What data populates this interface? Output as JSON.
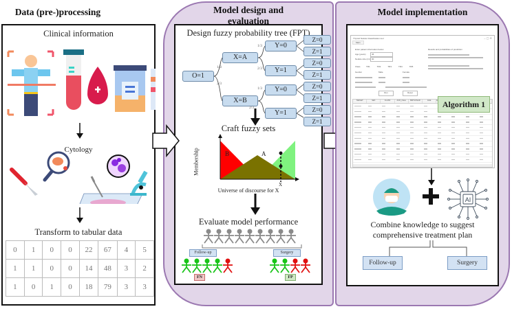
{
  "sections": {
    "preprocessing": {
      "title": "Data (pre-)processing",
      "clinical_label": "Clinical information",
      "cytology_label": "Cytology",
      "transform_label": "Transform to tabular data",
      "table": [
        [
          "0",
          "1",
          "0",
          "0",
          "22",
          "67",
          "4",
          "5"
        ],
        [
          "1",
          "1",
          "0",
          "0",
          "14",
          "48",
          "3",
          "2"
        ],
        [
          "1",
          "0",
          "1",
          "0",
          "18",
          "79",
          "3",
          "3"
        ]
      ],
      "icons": [
        "body-scan-icon",
        "test-tube-icon",
        "blood-drop-icon",
        "specimen-cup-icon",
        "test-strip-icon",
        "scalpel-icon",
        "magnifier-cell-icon",
        "syringe-slide-icon",
        "stained-cells-icon",
        "microscope-icon"
      ]
    },
    "design": {
      "title_line1": "Model design and",
      "title_line2": "evaluation",
      "fpt_label": "Design fuzzy probability tree (FPT)",
      "tree": {
        "root": "O=1",
        "x_nodes": [
          "X=A",
          "X=B"
        ],
        "y_nodes": [
          "Y=0",
          "Y=1",
          "Y=0",
          "Y=1"
        ],
        "z_nodes": [
          "Z=0",
          "Z=1",
          "Z=0",
          "Z=1",
          "Z=0",
          "Z=1",
          "Z=0",
          "Z=1"
        ],
        "edge_labels": {
          "o_xa": "1/3",
          "o_xb": "2/3",
          "xa_y0": "1/3",
          "xa_y1": "2/3",
          "xb_y0": "1/3",
          "xb_y1": "2/3"
        }
      },
      "fuzzy_label": "Craft fuzzy sets",
      "fuzzy_chart": {
        "ylabel": "Membership",
        "xlabel": "X",
        "caption": "Universe of discourse for X",
        "set_b": "B",
        "set_a": "A",
        "colors": {
          "b": "#ff0000",
          "a": "#7ff27f",
          "overlap": "#7a7200"
        }
      },
      "eval_label": "Evaluate model performance",
      "followup_label": "Follow-up",
      "surgery_label": "Surgery",
      "fn_label": "FN",
      "fp_label": "FP",
      "followup_people": [
        "green",
        "green",
        "green",
        "green",
        "red"
      ],
      "surgery_people": [
        "green",
        "green",
        "red",
        "red"
      ]
    },
    "implementation": {
      "title": "Model implementation",
      "app": {
        "window_title": "Thyroid Nodule Classification tool",
        "tab": "Main",
        "form_header": "Enter patient information below",
        "age_label": "Age (years)",
        "age_value": "46",
        "size_label": "Nodule size (cm)",
        "size_value": "30",
        "class_label": "Class",
        "class_options": [
          "TR1",
          "TR2",
          "TR3",
          "TR4",
          "TR5"
        ],
        "gender_label": "Gender",
        "gender_options": [
          "Male",
          "Female"
        ],
        "results_header": "Results and probabilities of prediction",
        "run_label": "Run",
        "reset_label": "Reset",
        "table_headers": [
          "TARGET",
          "SEX",
          "CLASS",
          "ACR_Class",
          "BIRTHYEAR",
          "AGE",
          "ECHOGENICITY",
          "TIRADS",
          "STRAIN",
          "COMPO"
        ],
        "table_row_count": 11
      },
      "algorithm_label": "Algorithm 1",
      "combine_line1": "Combine knowledge to suggest",
      "combine_line2": "comprehensive treatment plan",
      "followup_label": "Follow-up",
      "surgery_label": "Surgery",
      "ai_label": "AI"
    }
  }
}
